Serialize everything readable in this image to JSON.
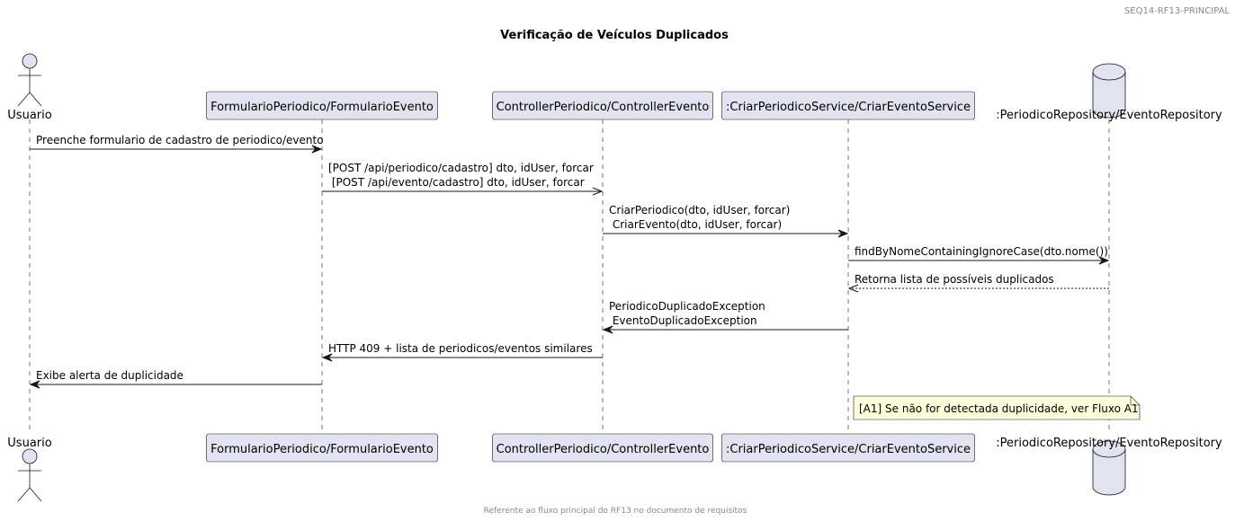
{
  "header": "SEQ14-RF13-PRINCIPAL",
  "title": "Verificação de Veículos Duplicados",
  "footer": "Referente ao fluxo principal do RF13 no documento de requisitos",
  "participants": [
    {
      "id": "usuario",
      "label": "Usuario",
      "kind": "actor"
    },
    {
      "id": "form",
      "label": "FormularioPeriodico/FormularioEvento",
      "kind": "participant"
    },
    {
      "id": "controller",
      "label": "ControllerPeriodico/ControllerEvento",
      "kind": "participant"
    },
    {
      "id": "service",
      "label": ":CriarPeriodicoService/CriarEventoService",
      "kind": "participant"
    },
    {
      "id": "repo",
      "label": ":PeriodicoRepository/EventoRepository",
      "kind": "database"
    }
  ],
  "messages": [
    {
      "from": "usuario",
      "to": "form",
      "lines": [
        "Preenche formulario de cadastro de periodico/evento"
      ],
      "style": "sync"
    },
    {
      "from": "form",
      "to": "controller",
      "lines": [
        "[POST /api/periodico/cadastro] dto, idUser, forcar",
        " [POST /api/evento/cadastro] dto, idUser, forcar"
      ],
      "style": "async"
    },
    {
      "from": "controller",
      "to": "service",
      "lines": [
        "CriarPeriodico(dto, idUser, forcar)",
        " CriarEvento(dto, idUser, forcar)"
      ],
      "style": "sync"
    },
    {
      "from": "service",
      "to": "repo",
      "lines": [
        "findByNomeContainingIgnoreCase(dto.nome())"
      ],
      "style": "sync"
    },
    {
      "from": "repo",
      "to": "service",
      "lines": [
        "Retorna lista de possíveis duplicados"
      ],
      "style": "return"
    },
    {
      "from": "service",
      "to": "controller",
      "lines": [
        "PeriodicoDuplicadoException",
        " EventoDuplicadoException"
      ],
      "style": "sync"
    },
    {
      "from": "controller",
      "to": "form",
      "lines": [
        "HTTP 409 + lista de periodicos/eventos similares"
      ],
      "style": "sync"
    },
    {
      "from": "form",
      "to": "usuario",
      "lines": [
        "Exibe alerta de duplicidade"
      ],
      "style": "sync"
    }
  ],
  "note": {
    "over": "service",
    "text": "[A1] Se não for detectada duplicidade, ver Fluxo A1"
  }
}
